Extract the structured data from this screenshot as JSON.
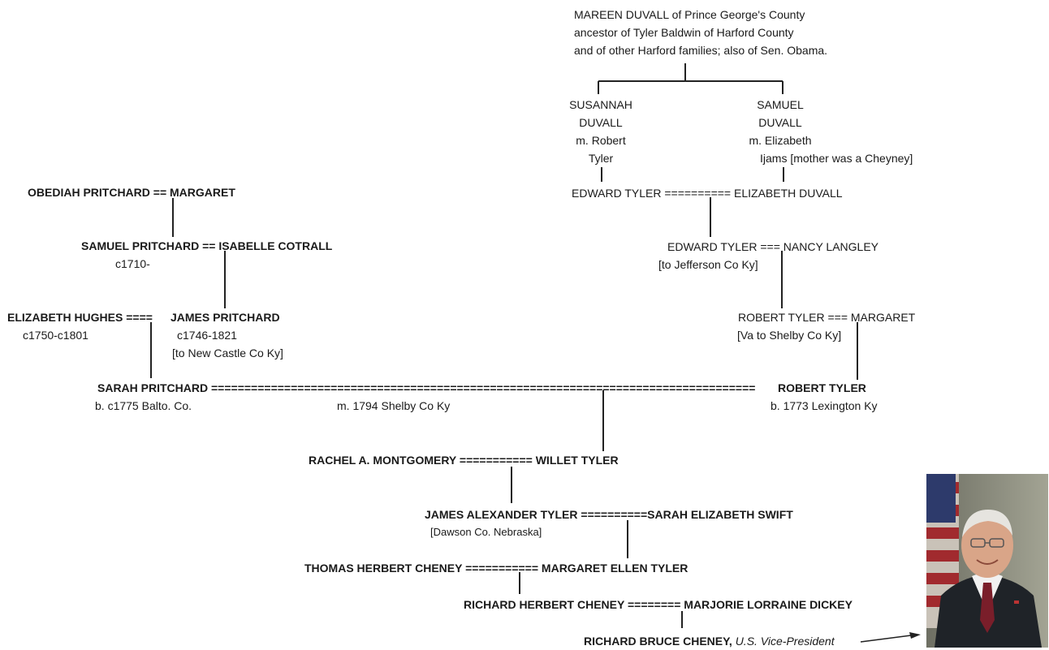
{
  "duvall_header": {
    "line1": "MAREEN DUVALL of Prince George's County",
    "line2": "ancestor of Tyler Baldwin of Harford County",
    "line3": "and of other Harford families; also of Sen. Obama."
  },
  "susannah": {
    "l1": "SUSANNAH",
    "l2": "DUVALL",
    "l3": "m. Robert",
    "l4": "Tyler"
  },
  "samuel_duvall": {
    "l1": "SAMUEL",
    "l2": "DUVALL",
    "l3": "m. Elizabeth",
    "l4": "Ijams [mother was a Cheyney]"
  },
  "edward1": "EDWARD TYLER ========== ELIZABETH DUVALL",
  "edward2": {
    "name": "EDWARD TYLER === NANCY LANGLEY",
    "note": "[to Jefferson Co Ky]"
  },
  "robert1": {
    "name": "ROBERT TYLER === MARGARET",
    "note": "[Va to Shelby Co Ky]"
  },
  "obediah": "OBEDIAH PRITCHARD == MARGARET",
  "samuel_pritchard": {
    "name": "SAMUEL PRITCHARD == ISABELLE COTRALL",
    "date": "c1710-"
  },
  "elizabeth_hughes": {
    "name": "ELIZABETH HUGHES ====",
    "date": "c1750-c1801"
  },
  "james_pritchard": {
    "name": "JAMES PRITCHARD",
    "date": "c1746-1821",
    "note": "[to New Castle Co Ky]"
  },
  "sarah_robert": {
    "left": "SARAH PRITCHARD ==================================================================================",
    "right": "ROBERT TYLER",
    "sarah_birth": "b. c1775 Balto. Co.",
    "marriage": "m. 1794 Shelby Co Ky",
    "robert_birth": "b. 1773 Lexington Ky"
  },
  "rachel_willet": "RACHEL A. MONTGOMERY =========== WILLET TYLER",
  "james_sarah": {
    "name": "JAMES ALEXANDER TYLER ==========SARAH ELIZABETH SWIFT",
    "note": "[Dawson Co. Nebraska]"
  },
  "thomas_margaret": "THOMAS HERBERT CHENEY =========== MARGARET ELLEN TYLER",
  "richard_marjorie": "RICHARD HERBERT CHENEY ======== MARJORIE LORRAINE DICKEY",
  "richard_bruce": {
    "name": "RICHARD BRUCE CHENEY,",
    "title": "U.S. Vice-President"
  },
  "colors": {
    "text": "#1a1a1a",
    "line": "#222222",
    "photo_bg": "#8e8f80"
  }
}
